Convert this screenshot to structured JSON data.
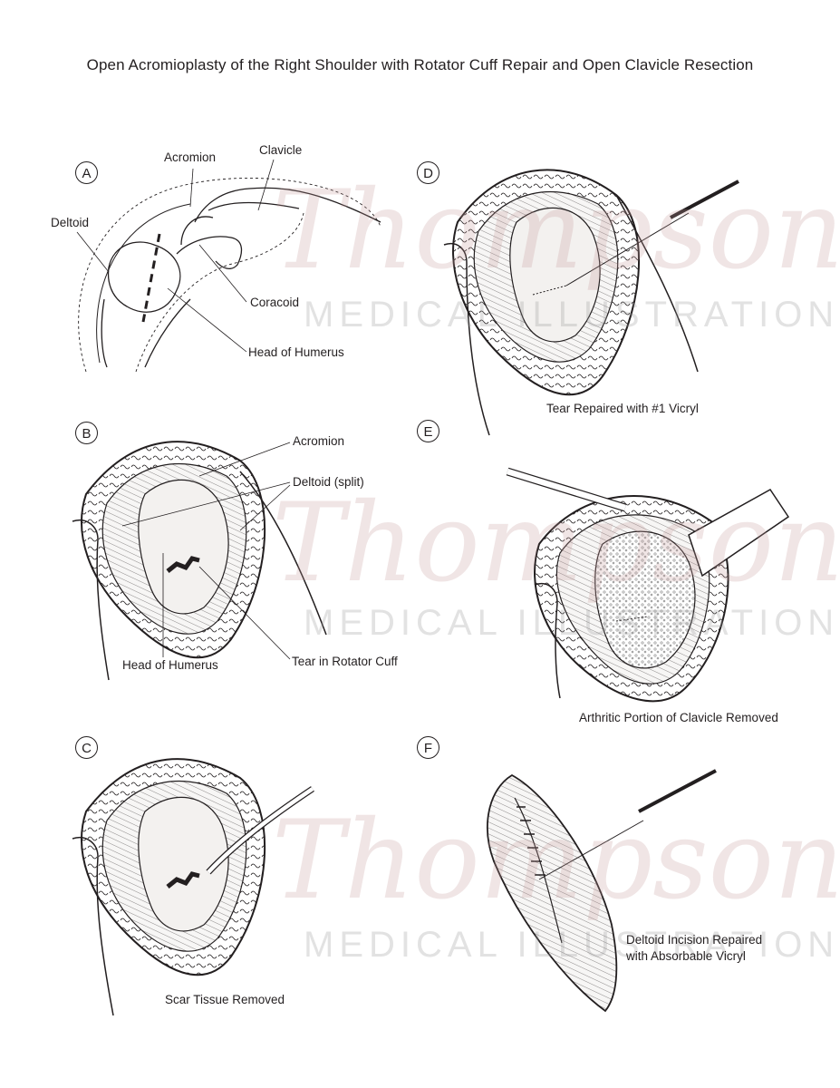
{
  "title": "Open Acromioplasty of the Right Shoulder with Rotator Cuff Repair and Open Clavicle Resection",
  "watermark": {
    "script": "Thompson",
    "sub": "MEDICAL ILLUSTRATION"
  },
  "panels": {
    "A": {
      "letter": "A",
      "labels": {
        "acromion": "Acromion",
        "clavicle": "Clavicle",
        "deltoid": "Deltoid",
        "coracoid": "Coracoid",
        "head_of_humerus": "Head of Humerus"
      }
    },
    "B": {
      "letter": "B",
      "labels": {
        "acromion": "Acromion",
        "deltoid_split": "Deltoid (split)",
        "head_of_humerus": "Head of Humerus",
        "tear": "Tear in Rotator Cuff"
      }
    },
    "C": {
      "letter": "C",
      "caption": "Scar Tissue Removed"
    },
    "D": {
      "letter": "D",
      "caption": "Tear Repaired with #1 Vicryl"
    },
    "E": {
      "letter": "E",
      "caption": "Arthritic Portion of Clavicle Removed"
    },
    "F": {
      "letter": "F",
      "caption_line1": "Deltoid Incision Repaired",
      "caption_line2": "with Absorbable Vicryl"
    }
  },
  "colors": {
    "ink": "#231f20",
    "tissue": "#e9e6e3",
    "wound_shadow": "#d8d6d3",
    "watermark": "#c49696"
  }
}
